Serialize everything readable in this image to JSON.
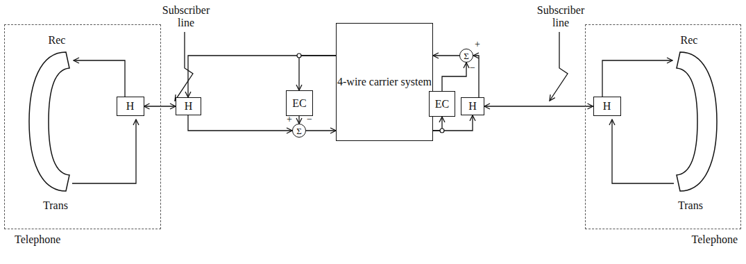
{
  "diagram": {
    "nodes": [
      {
        "text": [
          "Telephone"
        ]
      },
      {
        "text": [
          "H"
        ],
        "in": 0
      },
      {
        "text": [
          "H"
        ]
      },
      {
        "text": [
          "EC"
        ]
      },
      {
        "text": [
          "Σ"
        ]
      },
      {
        "text": [
          "4-wire carrier system"
        ]
      },
      {
        "text": [
          "Σ"
        ]
      },
      {
        "text": [
          "EC"
        ]
      },
      {
        "text": [
          "H"
        ]
      },
      {
        "text": [
          "Telephone"
        ]
      },
      {
        "text": [
          "H"
        ],
        "in": 9
      }
    ],
    "edges": [
      {
        "from": 1,
        "to": 2,
        "arrow": "both"
      },
      {
        "from": 6,
        "to": 5,
        "arrow": "to"
      },
      {
        "from": 5,
        "to": 2,
        "arrow": "to"
      },
      {
        "from": 5,
        "to": 3,
        "arrow": "to"
      },
      {
        "from": 3,
        "to": 4,
        "arrow": "to"
      },
      {
        "from": 2,
        "to": 4,
        "arrow": "to"
      },
      {
        "from": 4,
        "to": 5,
        "arrow": "to"
      },
      {
        "from": 5,
        "to": 8,
        "arrow": "to"
      },
      {
        "from": 5,
        "to": 7,
        "arrow": "to"
      },
      {
        "from": 7,
        "to": 6,
        "arrow": "to"
      },
      {
        "from": 8,
        "to": 6,
        "arrow": "to"
      },
      {
        "from": 8,
        "to": 10,
        "arrow": "both"
      }
    ],
    "labels": [
      "Subscriber line",
      "Subscriber line",
      "Rec",
      "Trans",
      "Rec",
      "Trans",
      "+",
      "−",
      "+",
      "−"
    ]
  }
}
